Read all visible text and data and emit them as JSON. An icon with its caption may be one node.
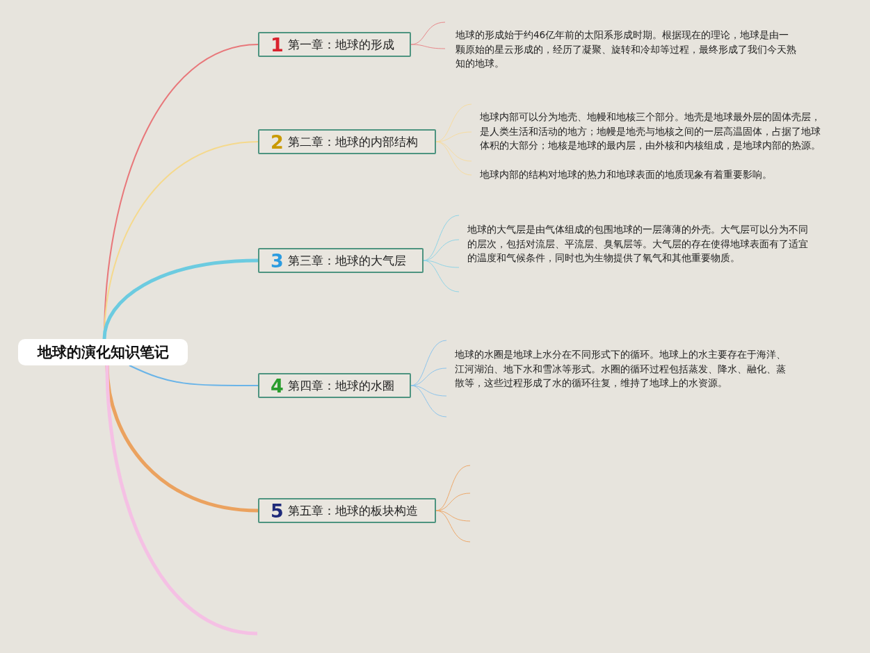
{
  "diagram": {
    "nodes": [
      {
        "text": [
          "地球的演化知识笔记"
        ]
      },
      {
        "text": [
          "1",
          "第一章：地球的形成"
        ]
      },
      {
        "text": [
          "2",
          "第二章：地球的内部结构"
        ]
      },
      {
        "text": [
          "3",
          "第三章：地球的大气层"
        ]
      },
      {
        "text": [
          "4",
          "第四章：地球的水圈"
        ]
      },
      {
        "text": [
          "5",
          "第五章：地球的板块构造"
        ]
      },
      {
        "text": [
          "地球的形成始于约46亿年前的太阳系形成时期。根据现在的理论，地球是由一颗原始的星云形成的，经历了凝聚、旋转和冷却等过程，最终形成了我们今天熟知的地球。"
        ]
      },
      {
        "text": [
          "地球内部可以分为地壳、地幔和地核三个部分。地壳是地球最外层的固体壳层，是人类生活和活动的地方；地幔是地壳与地核之间的一层高温固体，占据了地球体积的大部分；地核是地球的最内层，由外核和内核组成，是地球内部的热源。"
        ]
      },
      {
        "text": [
          "地球内部的结构对地球的热力和地球表面的地质现象有着重要影响。"
        ]
      },
      {
        "text": [
          "地球的大气层是由气体组成的包围地球的一层薄薄的外壳。大气层可以分为不同的层次，包括对流层、平流层、臭氧层等。大气层的存在使得地球表面有了适宜的温度和气候条件，同时也为生物提供了氧气和其他重要物质。"
        ]
      },
      {
        "text": [
          "地球的水圈是地球上水分在不同形式下的循环。地球上的水主要存在于海洋、江河湖泊、地下水和雪冰等形式。水圈的循环过程包括蒸发、降水、融化、蒸散等，这些过程形成了水的循环往复，维持了地球上的水资源。"
        ]
      }
    ],
    "edges": [
      {
        "from": 0,
        "to": 1,
        "arrow": "none",
        "color": "#e8777a"
      },
      {
        "from": 0,
        "to": 2,
        "arrow": "none",
        "color": "#f5d98c"
      },
      {
        "from": 0,
        "to": 3,
        "arrow": "none",
        "style": "thick",
        "color": "#6ccbe0"
      },
      {
        "from": 0,
        "to": 4,
        "arrow": "none",
        "color": "#6ab4e8"
      },
      {
        "from": 0,
        "to": 5,
        "arrow": "none",
        "style": "thick",
        "color": "#eba25f"
      },
      {
        "from": 0,
        "to": null,
        "arrow": "none",
        "style": "thick",
        "color": "#f5c0e4"
      },
      {
        "from": 1,
        "to": 6,
        "arrow": "none",
        "color": "#e8878a"
      },
      {
        "from": 1,
        "to": 6,
        "arrow": "none",
        "color": "#e8878a"
      },
      {
        "from": 2,
        "to": 7,
        "arrow": "none",
        "color": "#f7dca0"
      },
      {
        "from": 2,
        "to": 7,
        "arrow": "none",
        "color": "#f7dca0"
      },
      {
        "from": 2,
        "to": 8,
        "arrow": "none",
        "color": "#f7dca0"
      },
      {
        "from": 2,
        "to": 8,
        "arrow": "none",
        "color": "#f7dca0"
      },
      {
        "from": 3,
        "to": 9,
        "arrow": "none",
        "color": "#8fd4e6"
      },
      {
        "from": 3,
        "to": 9,
        "arrow": "none",
        "color": "#8fd4e6"
      },
      {
        "from": 3,
        "to": 9,
        "arrow": "none",
        "color": "#8fd4e6"
      },
      {
        "from": 3,
        "to": 9,
        "arrow": "none",
        "color": "#8fd4e6"
      },
      {
        "from": 4,
        "to": 10,
        "arrow": "none",
        "color": "#8cc4ec"
      },
      {
        "from": 4,
        "to": 10,
        "arrow": "none",
        "color": "#8cc4ec"
      },
      {
        "from": 4,
        "to": 10,
        "arrow": "none",
        "color": "#8cc4ec"
      },
      {
        "from": 4,
        "to": 10,
        "arrow": "none",
        "color": "#8cc4ec"
      },
      {
        "from": 5,
        "to": null,
        "arrow": "none",
        "color": "#eda86a"
      },
      {
        "from": 5,
        "to": null,
        "arrow": "none",
        "color": "#eda86a"
      },
      {
        "from": 5,
        "to": null,
        "arrow": "none",
        "color": "#eda86a"
      },
      {
        "from": 5,
        "to": null,
        "arrow": "none",
        "color": "#eda86a"
      }
    ]
  }
}
